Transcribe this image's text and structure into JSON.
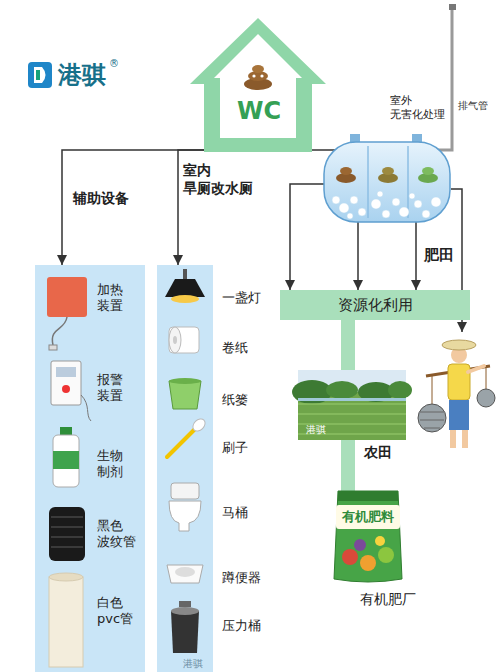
{
  "diagram": {
    "nodes": [
      {
        "text": [
          "WC"
        ]
      },
      {
        "text": [
          "室外 无害化处理"
        ]
      },
      {
        "text": [
          "辅助设备"
        ]
      },
      {
        "text": [
          "室内 旱厕改水厕"
        ]
      },
      {
        "text": [
          "资源化利用"
        ]
      },
      {
        "text": [
          "农田"
        ]
      },
      {
        "text": [
          "有机肥料",
          "有机肥厂"
        ]
      }
    ],
    "edges": [
      {
        "from": 0,
        "to": 1,
        "arrow": "none"
      },
      {
        "from": 0,
        "to": 2,
        "arrow": "to"
      },
      {
        "from": 0,
        "to": 3,
        "arrow": "to"
      },
      {
        "from": 1,
        "to": 4,
        "arrow": "to"
      },
      {
        "from": 4,
        "to": 5,
        "arrow": "none"
      },
      {
        "from": 5,
        "to": 6,
        "arrow": "none"
      }
    ],
    "labels": [
      "港骐",
      "®",
      "排气管",
      "肥田",
      "加热 装置",
      "报警 装置",
      "生物 制剂",
      "黑色 波纹管",
      "白色 pvc管",
      "一盏灯",
      "卷纸",
      "纸篓",
      "刷子",
      "马桶",
      "蹲便器",
      "压力桶",
      "港骐",
      "港骐"
    ]
  }
}
